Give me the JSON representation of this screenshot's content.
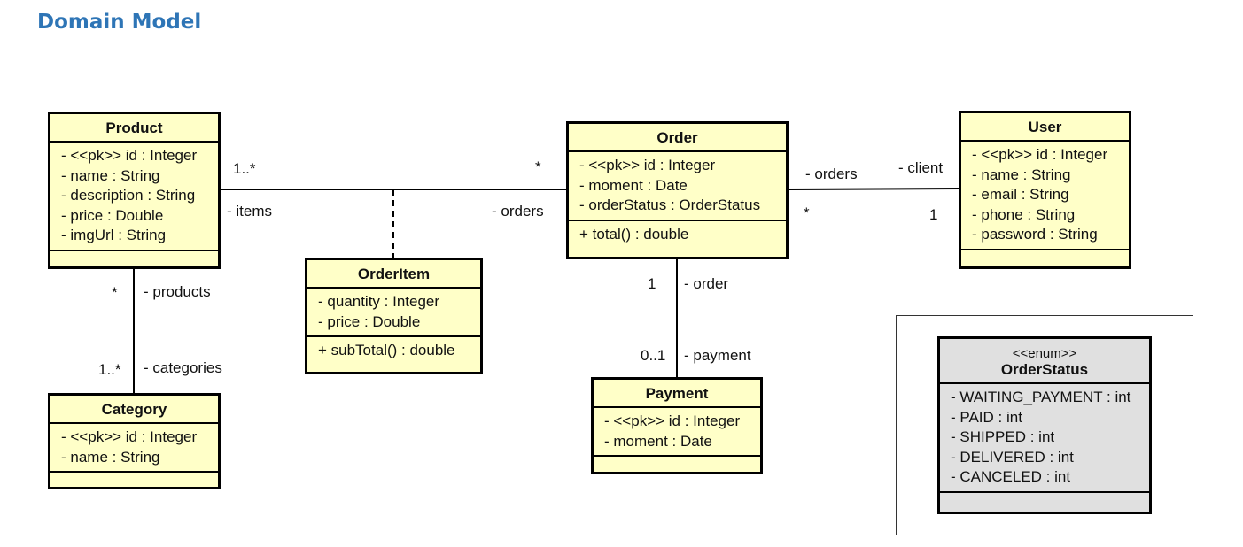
{
  "title": "Domain Model",
  "classes": {
    "product": {
      "name": "Product",
      "attributes": [
        "- <<pk>> id : Integer",
        "- name : String",
        "- description : String",
        "- price : Double",
        "- imgUrl : String"
      ]
    },
    "order": {
      "name": "Order",
      "attributes": [
        "- <<pk>> id : Integer",
        "- moment : Date",
        "- orderStatus : OrderStatus"
      ],
      "operations": [
        "+ total() : double"
      ]
    },
    "user": {
      "name": "User",
      "attributes": [
        "- <<pk>> id : Integer",
        "- name : String",
        "- email : String",
        "- phone : String",
        "- password : String"
      ]
    },
    "orderitem": {
      "name": "OrderItem",
      "attributes": [
        "- quantity : Integer",
        "- price : Double"
      ],
      "operations": [
        "+ subTotal() : double"
      ]
    },
    "category": {
      "name": "Category",
      "attributes": [
        "- <<pk>> id : Integer",
        "- name : String"
      ]
    },
    "payment": {
      "name": "Payment",
      "attributes": [
        "- <<pk>> id : Integer",
        "- moment : Date"
      ]
    },
    "orderstatus": {
      "stereotype": "<<enum>>",
      "name": "OrderStatus",
      "attributes": [
        "- WAITING_PAYMENT : int",
        "- PAID : int",
        "- SHIPPED : int",
        "- DELIVERED : int",
        "- CANCELED : int"
      ]
    }
  },
  "associations": {
    "product_order": {
      "mult_product": "1..*",
      "role_product": "- items",
      "mult_order": "*",
      "role_order": "- orders"
    },
    "order_user": {
      "role_order": "- orders",
      "mult_order": "*",
      "role_user": "- client",
      "mult_user": "1"
    },
    "product_category": {
      "mult_product": "*",
      "role_product": "- products",
      "mult_category": "1..*",
      "role_category": "- categories"
    },
    "order_payment": {
      "mult_order": "1",
      "role_order": "- order",
      "mult_payment": "0..1",
      "role_payment": "- payment"
    }
  }
}
